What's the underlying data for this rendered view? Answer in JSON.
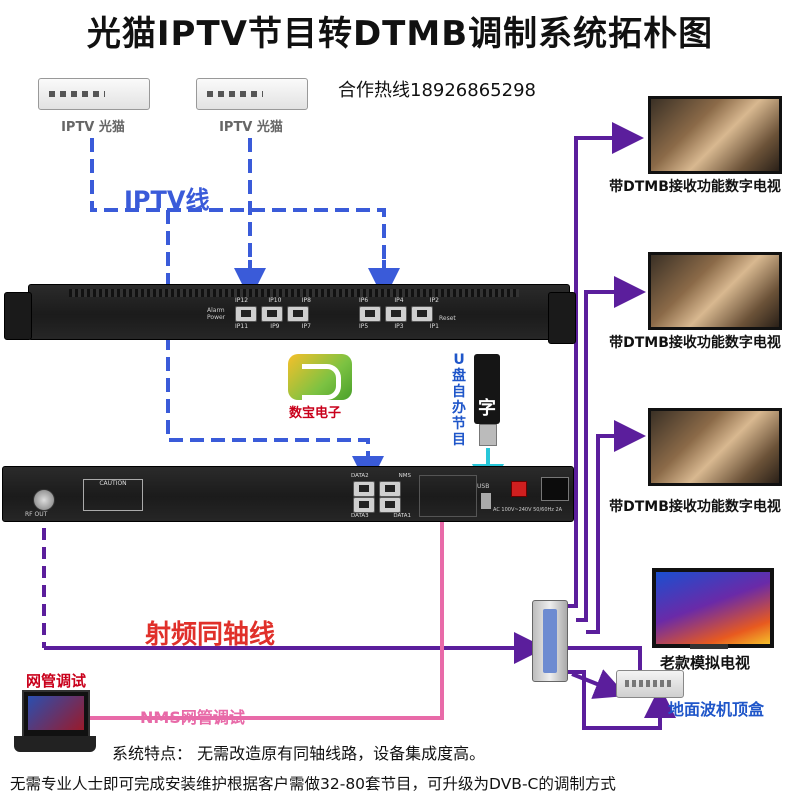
{
  "title": "光猫IPTV节目转DTMB调制系统拓朴图",
  "hotline": "合作热线18926865298",
  "modems": [
    {
      "label": "IPTV 光猫"
    },
    {
      "label": "IPTV 光猫"
    }
  ],
  "iptv_line_label": "IPTV线",
  "front_panel": {
    "group1_port_labels_top": [
      "IP12",
      "IP10",
      "IP8"
    ],
    "group1_port_labels_bottom": [
      "IP11",
      "IP9",
      "IP7"
    ],
    "group2_port_labels_top": [
      "IP6",
      "IP4",
      "IP2"
    ],
    "group2_port_labels_bottom": [
      "IP5",
      "IP3",
      "IP1"
    ],
    "led_labels": [
      "Alarm",
      "Power"
    ],
    "reset_label": "Reset"
  },
  "brand": {
    "name": "数宝电子"
  },
  "usb": {
    "text": [
      "U",
      "盘",
      "自",
      "办",
      "节",
      "目"
    ],
    "drive_char": "字"
  },
  "rear_panel": {
    "rf_out": "RF OUT",
    "caution": "CAUTION",
    "data_labels": [
      "DATA2",
      "NMS",
      "DATA3",
      "DATA1"
    ],
    "usb_port": "USB",
    "power_text": "AC 100V~240V 50/60Hz 2A"
  },
  "rf_line_label": "射频同轴线",
  "nms_line_label": "NMS网管调试",
  "netadmin_label": "网管调试",
  "tvs": [
    {
      "caption": "带DTMB接收功能数字电视"
    },
    {
      "caption": "带DTMB接收功能数字电视"
    },
    {
      "caption": "带DTMB接收功能数字电视"
    }
  ],
  "old_tv_caption": "老款模拟电视",
  "stb_caption": "地面波机顶盒",
  "features": {
    "line1": "系统特点：  无需改造原有同轴线路，设备集成度高。",
    "line2": "无需专业人士即可完成安装维护根据客户需做32-80套节目，可升级为DVB-C的调制方式"
  },
  "colors": {
    "iptv_line": "#3a5bd9",
    "rf_line": "#5b1e9c",
    "nms_line": "#e86aa8",
    "usb_arrow": "#27c7d9",
    "title": "#111111"
  }
}
